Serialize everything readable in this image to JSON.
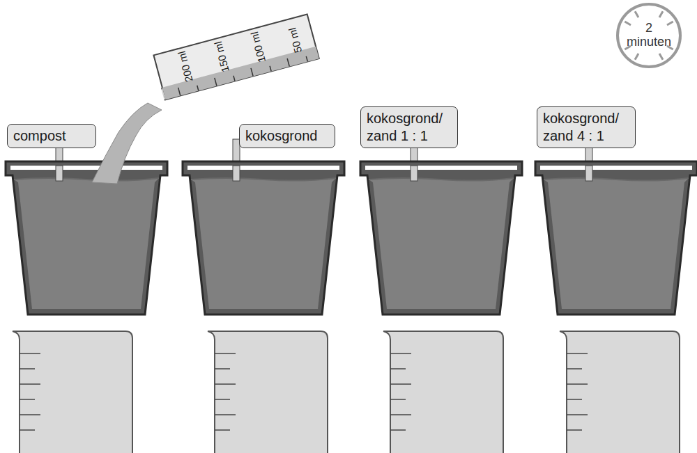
{
  "diagram": {
    "nodes": [
      {
        "text": [
          "compost"
        ]
      },
      {
        "text": [
          "kokosgrond"
        ]
      },
      {
        "text": [
          "kokosgrond/ zand 1 : 1"
        ]
      },
      {
        "text": [
          "kokosgrond/ zand 4 : 1"
        ]
      },
      {
        "text": [
          "2 minuten"
        ]
      }
    ],
    "labels": [
      "200 ml",
      "150 ml",
      "100 ml",
      "50 ml"
    ]
  }
}
